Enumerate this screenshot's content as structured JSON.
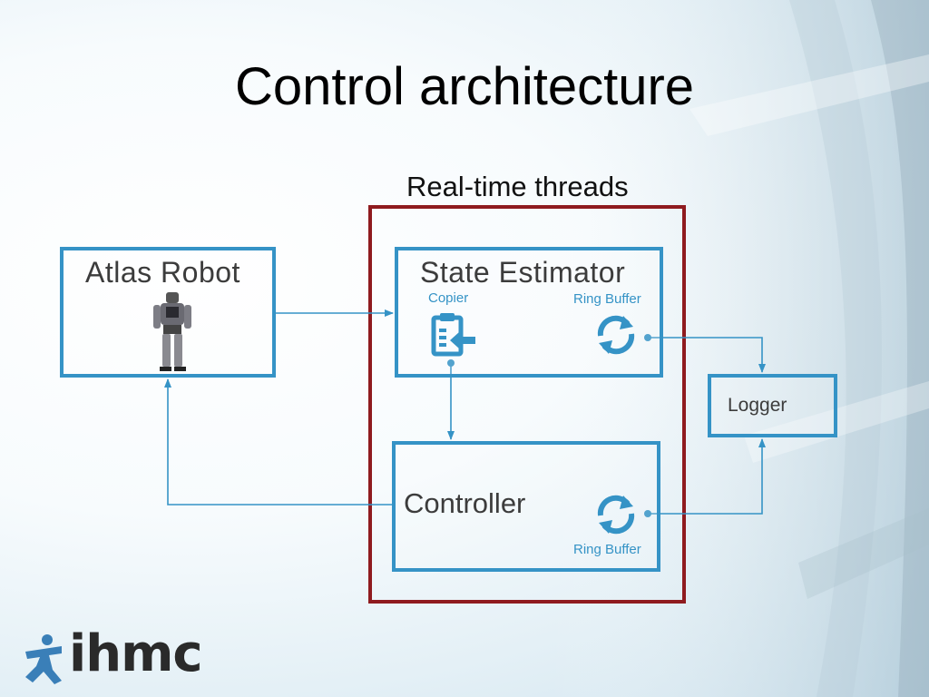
{
  "slide": {
    "title": "Control architecture"
  },
  "diagram": {
    "realtime_label": "Real-time threads",
    "atlas": {
      "label": "Atlas Robot"
    },
    "state_estimator": {
      "label": "State Estimator",
      "copier_label": "Copier",
      "ring_buffer_label": "Ring Buffer"
    },
    "controller": {
      "label": "Controller",
      "ring_buffer_label": "Ring Buffer"
    },
    "logger": {
      "label": "Logger"
    }
  },
  "logo": {
    "text": "ihmc"
  },
  "colors": {
    "accent_blue": "#3593c6",
    "realtime_border": "#8f1b1f",
    "text_dark": "#3c3c3c"
  },
  "icons": [
    "robot-image",
    "copier-icon",
    "ring-buffer-icon",
    "ihmc-runner-logo"
  ]
}
